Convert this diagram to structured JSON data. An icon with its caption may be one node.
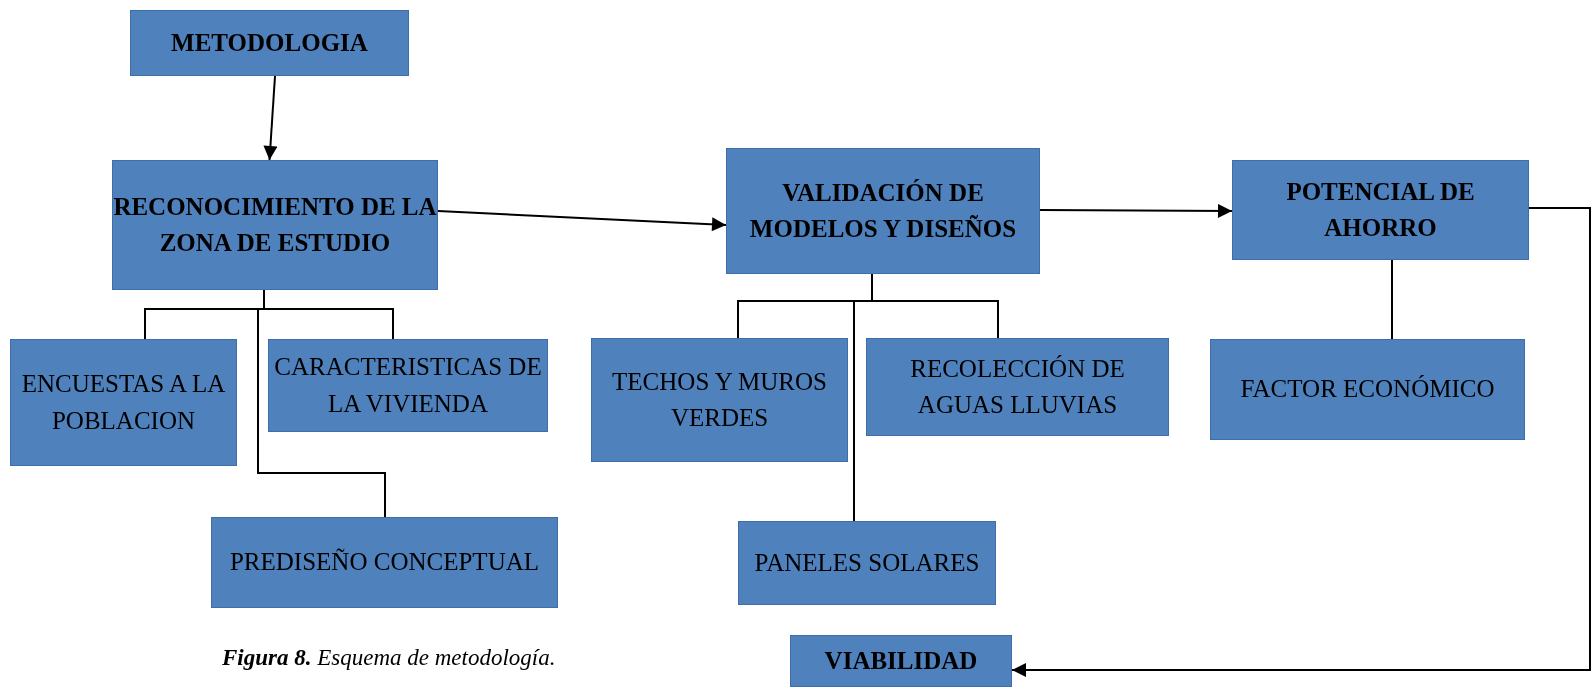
{
  "diagram": {
    "caption": "**Figura  8.** Esquema de metodología.",
    "nodes": [
      {
        "text": [
          "METODOLOGIA"
        ]
      },
      {
        "text": [
          "RECONOCIMIENTO DE LA ZONA DE ESTUDIO"
        ]
      },
      {
        "text": [
          "ENCUESTAS A LA POBLACION"
        ]
      },
      {
        "text": [
          "CARACTERISTICAS DE LA VIVIENDA"
        ]
      },
      {
        "text": [
          "PREDISEÑO CONCEPTUAL"
        ]
      },
      {
        "text": [
          "VALIDACIÓN DE MODELOS Y DISEÑOS"
        ]
      },
      {
        "text": [
          "TECHOS Y MUROS VERDES"
        ]
      },
      {
        "text": [
          "RECOLECCIÓN DE AGUAS LLUVIAS"
        ]
      },
      {
        "text": [
          "PANELES SOLARES"
        ]
      },
      {
        "text": [
          "POTENCIAL DE AHORRO"
        ]
      },
      {
        "text": [
          "FACTOR ECONÓMICO"
        ]
      },
      {
        "text": [
          "VIABILIDAD"
        ]
      }
    ],
    "edges": [
      {
        "from": 0,
        "to": 1,
        "arrow": "to"
      },
      {
        "from": 1,
        "to": 2,
        "arrow": "none"
      },
      {
        "from": 1,
        "to": 3,
        "arrow": "none"
      },
      {
        "from": 1,
        "to": 4,
        "arrow": "none"
      },
      {
        "from": 1,
        "to": 5,
        "arrow": "to"
      },
      {
        "from": 5,
        "to": 6,
        "arrow": "none"
      },
      {
        "from": 5,
        "to": 7,
        "arrow": "none"
      },
      {
        "from": 5,
        "to": 8,
        "arrow": "none"
      },
      {
        "from": 5,
        "to": 9,
        "arrow": "to"
      },
      {
        "from": 9,
        "to": 10,
        "arrow": "none"
      },
      {
        "from": 9,
        "to": 11,
        "arrow": "to"
      }
    ]
  }
}
